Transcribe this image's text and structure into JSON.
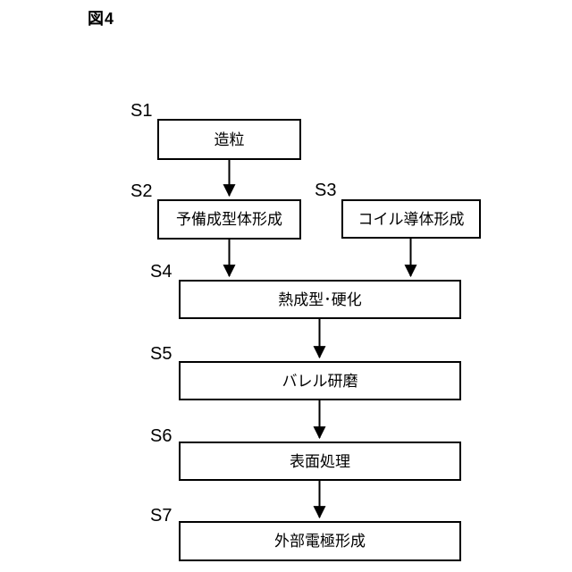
{
  "figure": {
    "title": "図4"
  },
  "flowchart": {
    "steps": [
      {
        "id": "S1",
        "label": "造粒"
      },
      {
        "id": "S2",
        "label": "予備成型体形成"
      },
      {
        "id": "S3",
        "label": "コイル導体形成"
      },
      {
        "id": "S4",
        "label": "熱成型･硬化"
      },
      {
        "id": "S5",
        "label": "バレル研磨"
      },
      {
        "id": "S6",
        "label": "表面処理"
      },
      {
        "id": "S7",
        "label": "外部電極形成"
      }
    ],
    "connections": [
      {
        "from": "S1",
        "to": "S2"
      },
      {
        "from": "S2",
        "to": "S4"
      },
      {
        "from": "S3",
        "to": "S4"
      },
      {
        "from": "S4",
        "to": "S5"
      },
      {
        "from": "S5",
        "to": "S6"
      },
      {
        "from": "S6",
        "to": "S7"
      }
    ],
    "colors": {
      "line": "#000000",
      "text": "#000000",
      "background": "#ffffff"
    }
  }
}
